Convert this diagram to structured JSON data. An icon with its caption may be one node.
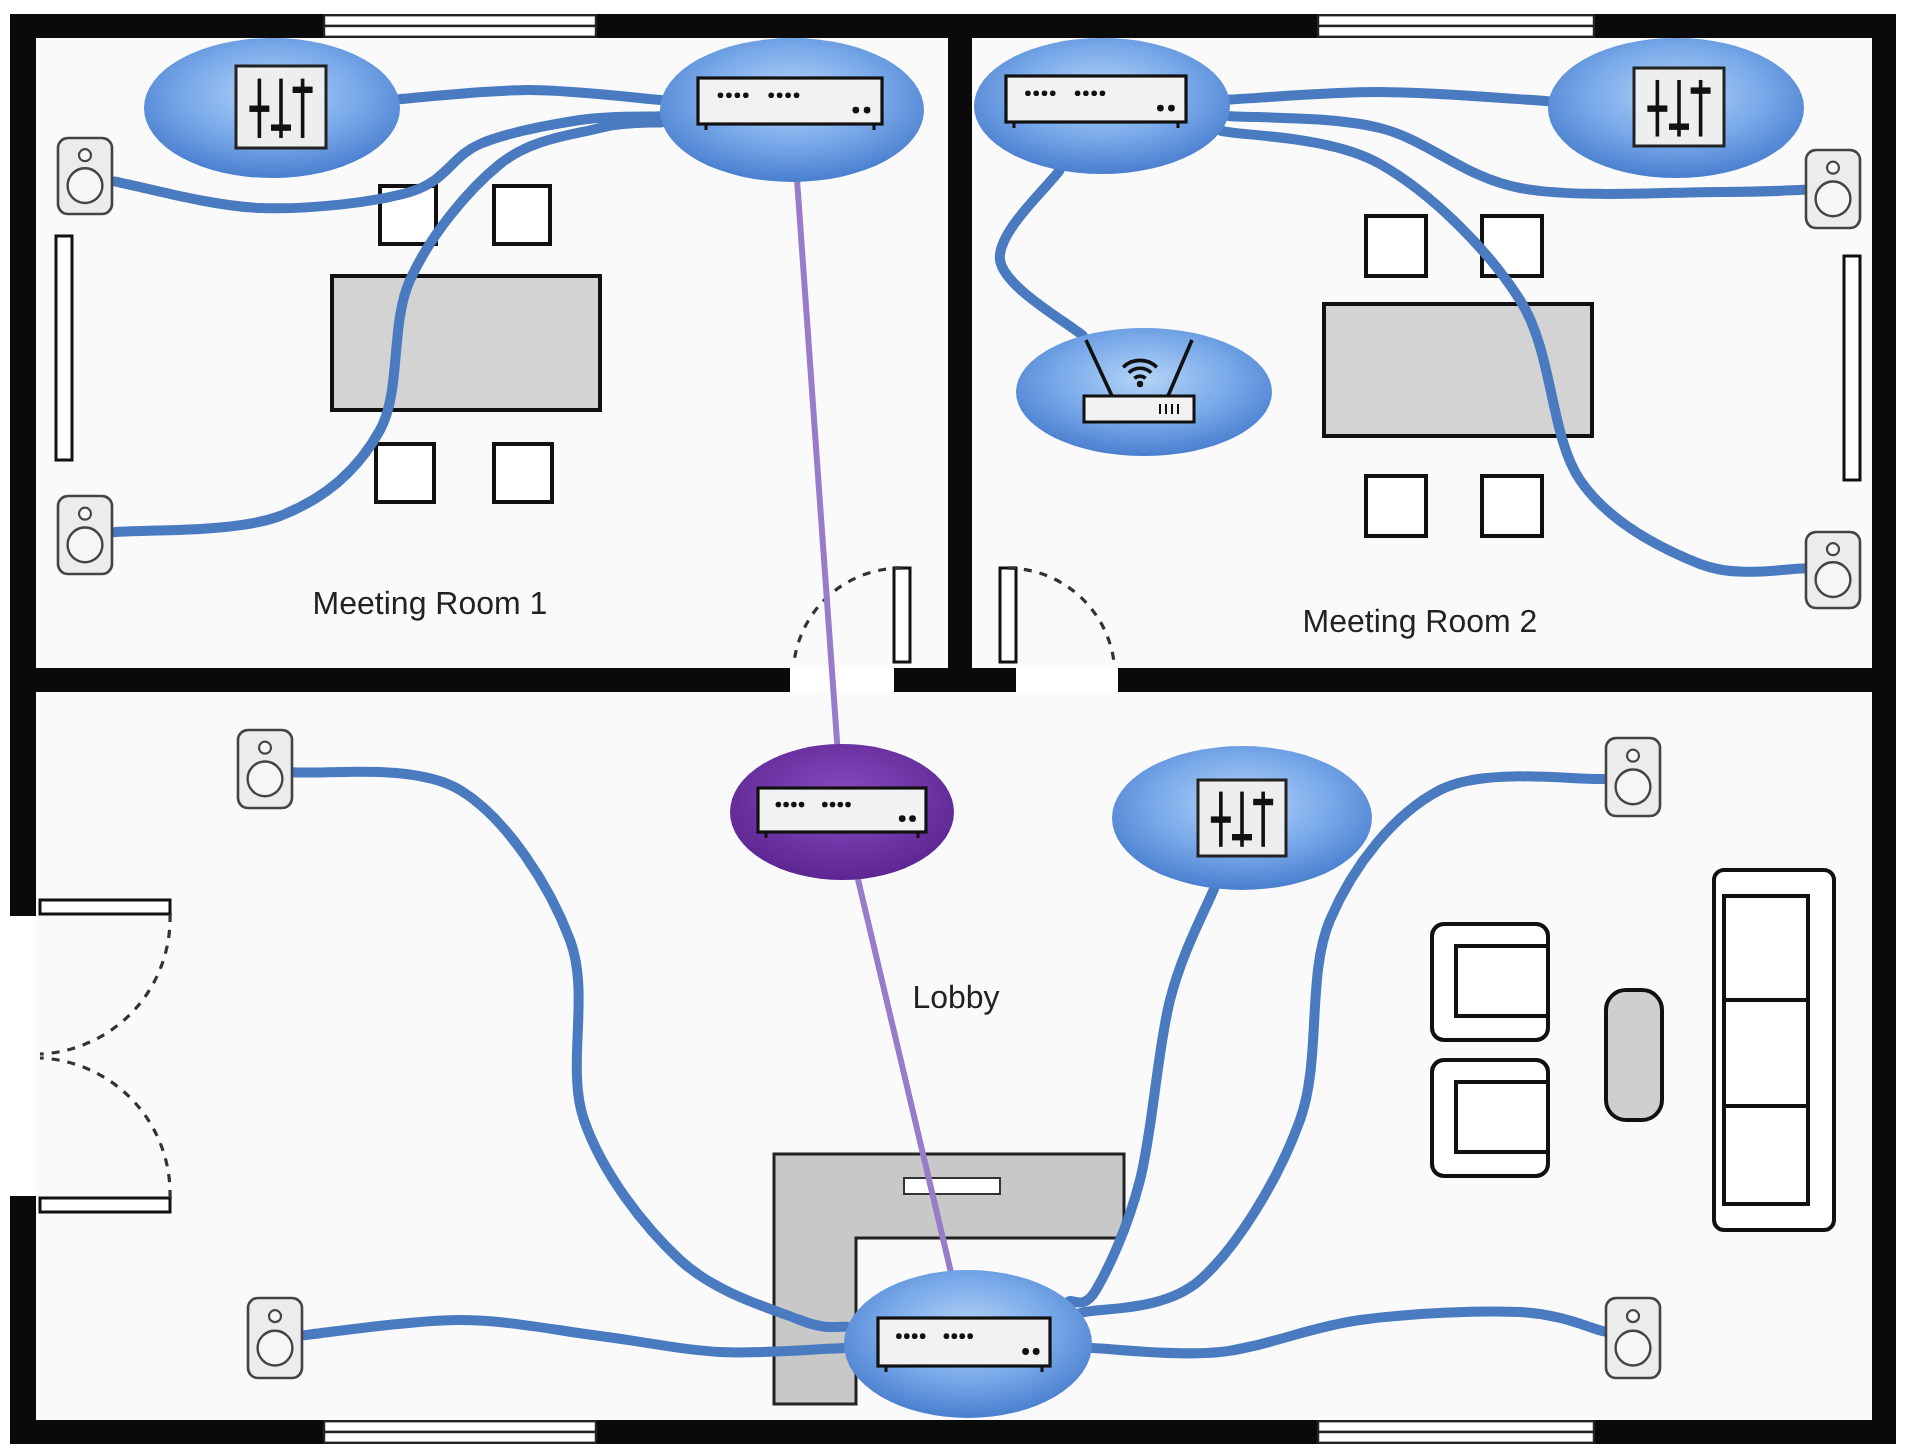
{
  "diagram": {
    "nodes": [
      {
        "text": [
          "Meeting Room 1"
        ]
      },
      {
        "text": [],
        "shape": "ellipse",
        "in": 0
      },
      {
        "text": [],
        "shape": "ellipse",
        "in": 0
      },
      {
        "text": [],
        "shape": "picture",
        "in": 0
      },
      {
        "text": [],
        "shape": "picture",
        "in": 0
      },
      {
        "text": [
          "Meeting Room 2"
        ]
      },
      {
        "text": [],
        "shape": "ellipse",
        "in": 5
      },
      {
        "text": [],
        "shape": "ellipse",
        "in": 5
      },
      {
        "text": [],
        "shape": "picture",
        "in": 5
      },
      {
        "text": [],
        "shape": "ellipse",
        "in": 5
      },
      {
        "text": [],
        "shape": "picture",
        "in": 5
      },
      {
        "text": [
          "Lobby"
        ]
      },
      {
        "text": [],
        "shape": "picture",
        "in": 11
      },
      {
        "text": [],
        "shape": "ellipse",
        "in": 11
      },
      {
        "text": [],
        "shape": "ellipse",
        "in": 11
      },
      {
        "text": [],
        "shape": "picture",
        "in": 11
      },
      {
        "text": [],
        "shape": "picture",
        "in": 11
      },
      {
        "text": [],
        "shape": "ellipse",
        "in": 11
      },
      {
        "text": [],
        "shape": "picture",
        "in": 11
      }
    ],
    "edges": [
      {
        "from": 1,
        "to": 2,
        "arrow": "none"
      },
      {
        "from": 3,
        "to": 2,
        "arrow": "none"
      },
      {
        "from": 4,
        "to": 2,
        "arrow": "none"
      },
      {
        "from": 6,
        "to": 7,
        "arrow": "none"
      },
      {
        "from": 6,
        "to": 8,
        "arrow": "none"
      },
      {
        "from": 6,
        "to": 9,
        "arrow": "none"
      },
      {
        "from": 6,
        "to": 10,
        "arrow": "none"
      },
      {
        "from": 2,
        "to": 13,
        "arrow": "none",
        "color": "#9a7bc9"
      },
      {
        "from": 13,
        "to": 17,
        "arrow": "none",
        "color": "#9a7bc9"
      },
      {
        "from": 12,
        "to": 17,
        "arrow": "none"
      },
      {
        "from": 16,
        "to": 17,
        "arrow": "none"
      },
      {
        "from": 14,
        "to": 17,
        "arrow": "none"
      },
      {
        "from": 15,
        "to": 17,
        "arrow": "none"
      },
      {
        "from": 17,
        "to": 18,
        "arrow": "none"
      }
    ]
  }
}
